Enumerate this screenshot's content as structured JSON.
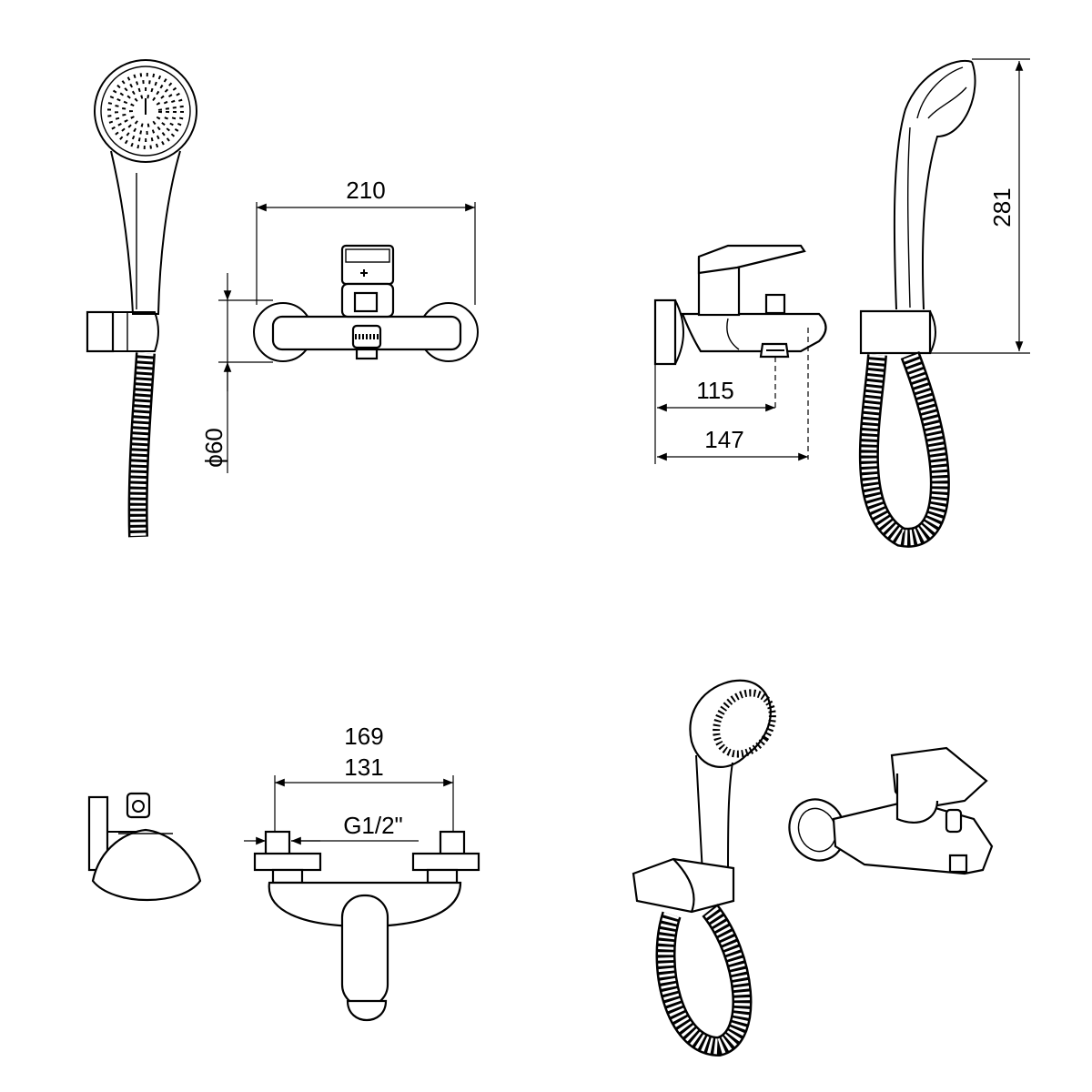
{
  "dimensions": {
    "front_width": "210",
    "diameter": "ϕ60",
    "side_spout_115": "115",
    "side_spout_147": "147",
    "handshower_height": "281",
    "outer_169": "169",
    "centers_131": "131",
    "thread": "G1/2\""
  }
}
